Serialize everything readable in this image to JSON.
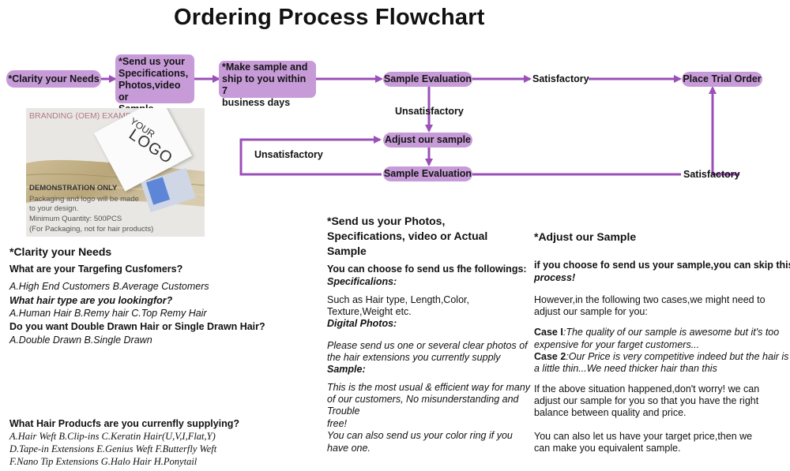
{
  "title": "Ordering Process Flowchart",
  "flow": {
    "clarity": "*Clarity your Needs",
    "send_specs": [
      "*Send us your",
      "Specifications,",
      "Photos,video  or",
      "Sample"
    ],
    "make_sample": [
      "*Make sample and",
      "ship to you within 7",
      "business days"
    ],
    "eval_1": "Sample Evaluation",
    "satisfactory_top": "Satisfactory",
    "trial_order": "Place Trial Order",
    "unsatisfactory_1": "Unsatisfactory",
    "adjust": "Adjust our sample",
    "unsatisfactory_2": "Unsatisfactory",
    "eval_2": "Sample Evaluation",
    "satisfactory_bottom": "Satisfactory",
    "colors": {
      "node": "#c79bd8",
      "line": "#9b4fb8"
    }
  },
  "example_image": {
    "heading": "BRANDING (OEM) EXAMPLE",
    "logo_your": "YOUR",
    "logo_text": "LOGO",
    "demo": "DEMONSTRATION ONLY",
    "lines": [
      "Packaging and logo will be made",
      "to your design.",
      "Minimum Quantity: 500PCS",
      "(For Packaging, not for hair products)"
    ]
  },
  "left_column": {
    "heading": "*Clarity your Needs",
    "q1": "What are your Targefing Cusfomers?",
    "a1": "A.High End Customers     B.Average Customers",
    "q2": "What hair type are you lookingfor?",
    "a2": "A.Human Hair    B.Remy hair   C.Top Remy Hair",
    "q3": "Do you want Double Drawn Hair or Single Drawn Hair?",
    "a3": "A.Double Drawn     B.Single Drawn",
    "q4": "What Hair Producfs are you currenfly supplying?",
    "a4": [
      "A.Hair Weft  B.Clip-ins  C.Keratin Hair(U,V,I,Flat,Y)",
      "D.Tape-in Extensions E.Genius Weft   F.Butterfly Weft",
      "F.Nano Tip Extensions G.Halo Hair  H.Ponytail"
    ]
  },
  "middle_column": {
    "heading": [
      "*Send  us  your  Photos,",
      "Specifications,  video  or   Actual",
      "Sample"
    ],
    "intro": "You can choose fo send us fhe followings:",
    "spec_label": "Specificalions:",
    "spec_text": [
      "Such as Hair type, Length,Color,",
      "Texture,Weight etc."
    ],
    "photos_label": "Digital Photos:",
    "photos_text": [
      "Please send us one or several clear photos of",
      "the hair extensions you  currently supply"
    ],
    "sample_label": "Sample:",
    "sample_text": [
      "This is the most usual & efficient way for many",
      "of our customers, No misunderstanding and",
      "Trouble",
      "free!",
      "You can also send us your color ring if you",
      "have one."
    ]
  },
  "right_column": {
    "heading": "*Adjust our Sample",
    "intro": [
      "if you choose fo send us your sample,you can skip this",
      "process!"
    ],
    "cases_intro": [
      "However,in the following two cases,we might need to",
      "adjust our sample for you:"
    ],
    "case1_label": "Case I",
    "case1_text": [
      ":The quality of our sample is awesome but it's too",
      "expensive for your farget customers..."
    ],
    "case2_label": "Case 2",
    "case2_text": [
      ":Our Price is very competitive indeed but the hair is",
      "a little thin...We need thicker hair than this"
    ],
    "reassure": [
      "If  the  above  situation  happened,don't worry! we  can",
      "adjust our sample for you so that you have the right",
      "balance between quality and price."
    ],
    "target_price": [
      "You can also let us have your target price,then we",
      "can make you equivalent sample."
    ]
  }
}
